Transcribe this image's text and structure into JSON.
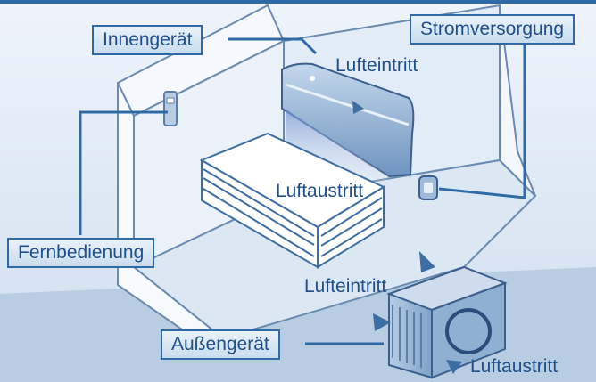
{
  "labels": {
    "indoor_unit": "Innengerät",
    "power_supply": "Stromversorgung",
    "remote_control": "Fernbedienung",
    "outdoor_unit": "Außengerät"
  },
  "air_flow": {
    "indoor_inlet": "Lufteintritt",
    "indoor_outlet": "Luftaustritt",
    "outdoor_inlet": "Lufteintritt",
    "outdoor_outlet": "Luftaustritt"
  },
  "colors": {
    "line": "#2f6aa6",
    "text": "#1f4f8a",
    "room_fill": "#e2ecf6"
  }
}
